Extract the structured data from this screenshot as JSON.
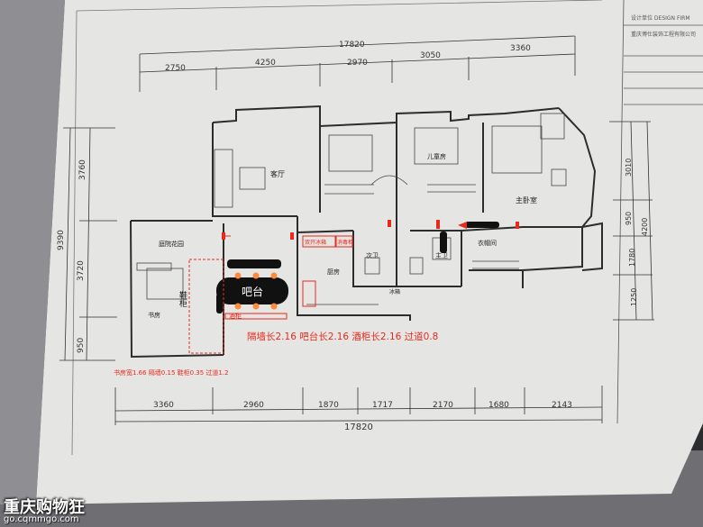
{
  "dimensions": {
    "top": {
      "total": "17820",
      "segments": [
        "2750",
        "4250",
        "2970",
        "3050",
        "3360"
      ]
    },
    "bottom": {
      "total": "17820",
      "segments": [
        "3360",
        "2960",
        "1870",
        "1717",
        "2170",
        "1680",
        "2143"
      ]
    },
    "left": {
      "total": "9390",
      "segments": [
        "3760",
        "3720",
        "950"
      ]
    },
    "right": {
      "total": "",
      "segments": [
        "3010",
        "4200",
        "950",
        "1780",
        "1250"
      ]
    }
  },
  "rooms": {
    "living": "客厅",
    "bedroom_a": "儿童房",
    "master": "主卧室",
    "closet": "衣帽间",
    "garden": "庭院花园",
    "study": "书房",
    "kitchen": "厨房",
    "bath_guest": "次卫",
    "bath_master": "主卫",
    "fridge": "冰箱"
  },
  "annotations": {
    "bar": "吧台",
    "shoe_cabinet": "鞋柜",
    "wine_cabinet": "酒柜",
    "double_fridge": "双开冰箱",
    "oven": "消毒柜",
    "note_main": "隔墙长2.16 吧台长2.16 酒柜长2.16 过道0.8",
    "note_small": "书房宽1.66 隔墙0.15 鞋柜0.35 过道1.2"
  },
  "title_block": {
    "design_firm": "设计单位 DESIGN FIRM",
    "company": "重庆博仕装饰工程有限公司"
  },
  "watermark": {
    "title": "重庆购物狂",
    "url": "go.cqmmgo.com"
  },
  "colors": {
    "annotation_red": "#e8291c",
    "marker_orange": "#ff8a3a",
    "paper": "#e4e5e3",
    "line": "#2c2c2c"
  }
}
